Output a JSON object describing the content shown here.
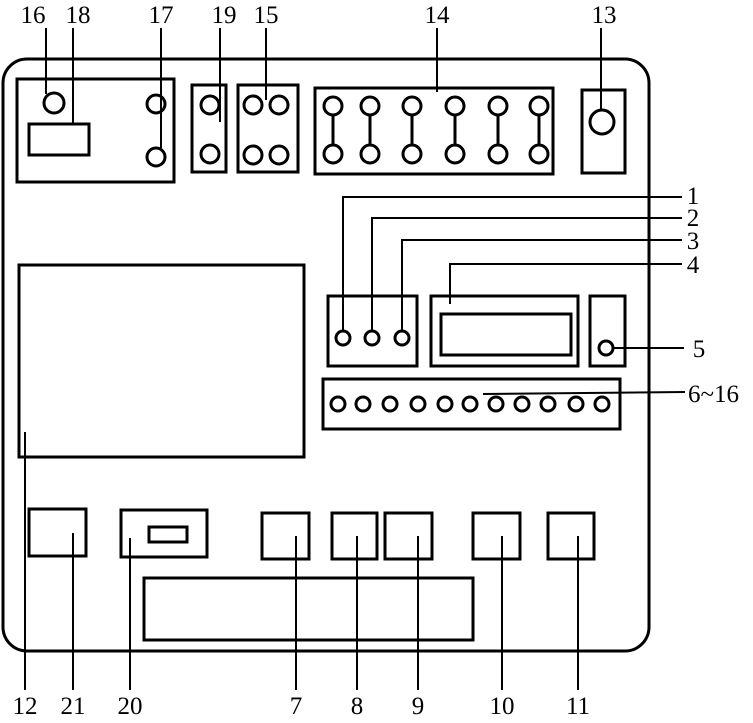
{
  "labels": {
    "l16": "16",
    "l18": "18",
    "l17": "17",
    "l19": "19",
    "l15": "15",
    "l14": "14",
    "l13": "13",
    "l1": "1",
    "l2": "2",
    "l3": "3",
    "l4": "4",
    "l5": "5",
    "l6_16": "6~16",
    "l12": "12",
    "l21": "21",
    "l20": "20",
    "l7": "7",
    "l8": "8",
    "l9": "9",
    "l10": "10",
    "l11": "11"
  }
}
